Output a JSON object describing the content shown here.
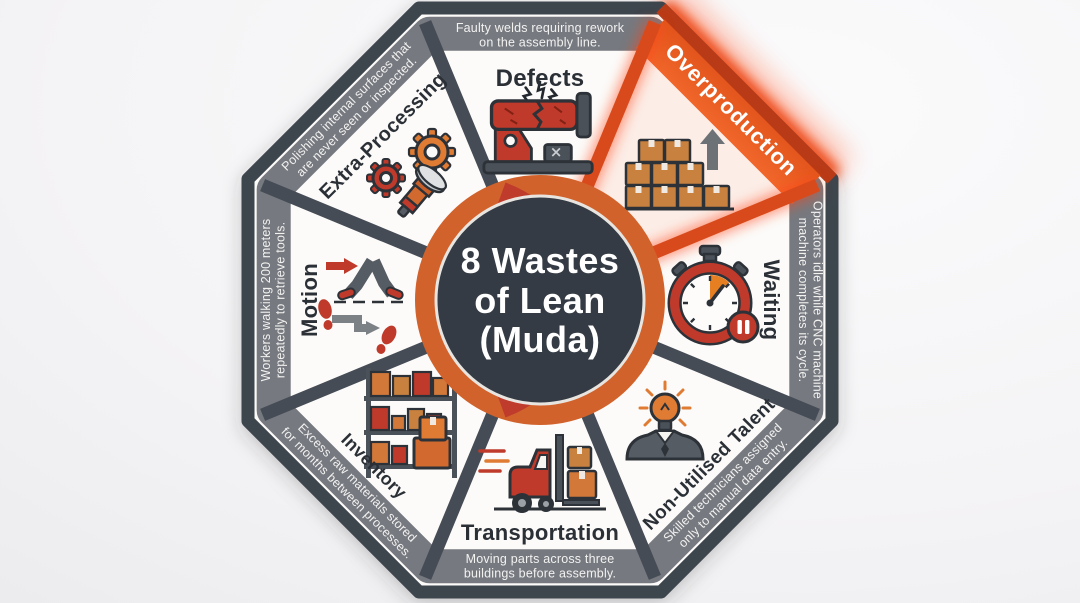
{
  "title": {
    "heading_lines": [
      "8 Wastes",
      "of Lean",
      "(Muda)"
    ]
  },
  "colors": {
    "accent_orange": "#d2622b",
    "accent_red": "#bf3a2b",
    "highlight_orange": "#f05a24",
    "glow_red": "#ff3a05",
    "border_dark": "#3e444d",
    "band_gray": "#76797f",
    "center_dark": "#343b44"
  },
  "segments": [
    {
      "name": "Defects",
      "icon": "broken-machine-icon",
      "highlighted": false,
      "description_lines": [
        "Faulty welds requiring rework",
        "on the assembly line."
      ]
    },
    {
      "name": "Overproduction",
      "icon": "stacked-boxes-icon",
      "highlighted": true,
      "description_lines": []
    },
    {
      "name": "Waiting",
      "icon": "stopwatch-icon",
      "highlighted": false,
      "description_lines": [
        "Operators idle while CNC machine",
        "machine completes its cycle."
      ]
    },
    {
      "name": "Non-Utilised Talent",
      "icon": "person-lightbulb-icon",
      "highlighted": false,
      "description_lines": [
        "Skilled technicians assigned",
        "only to manual data entry."
      ]
    },
    {
      "name": "Transportation",
      "icon": "forklift-icon",
      "highlighted": false,
      "description_lines": [
        "Moving parts across three",
        "buildings before assembly."
      ]
    },
    {
      "name": "Inventory",
      "icon": "shelf-boxes-icon",
      "highlighted": false,
      "description_lines": [
        "Excess raw materials stored",
        "for months between processes."
      ]
    },
    {
      "name": "Motion",
      "icon": "walking-legs-icon",
      "highlighted": false,
      "description_lines": [
        "Workers walking 200 meters",
        "repeatedly to retrieve tools."
      ]
    },
    {
      "name": "Extra-Processing",
      "icon": "gears-polishing-icon",
      "highlighted": false,
      "description_lines": [
        "Polishing internal surfaces that",
        "are never seen or inspected."
      ]
    }
  ]
}
